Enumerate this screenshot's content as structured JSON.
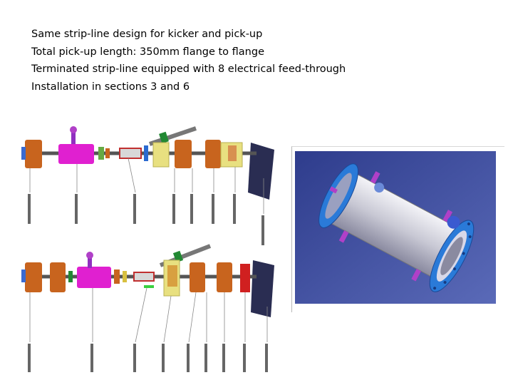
{
  "slide": {
    "bullets": [
      "Same strip-line design for kicker and pick-up",
      "Total pick-up length: 350mm flange to flange",
      "Terminated strip-line equipped with 8 electrical feed-through",
      "Installation in sections 3 and 6"
    ],
    "colors": {
      "flange_orange": "#c8641e",
      "kicker_magenta": "#e020d0",
      "cad_background": "#3a4a9a",
      "flange_blue": "#2a7ad8",
      "feedthrough_purple": "#b040c8"
    }
  }
}
